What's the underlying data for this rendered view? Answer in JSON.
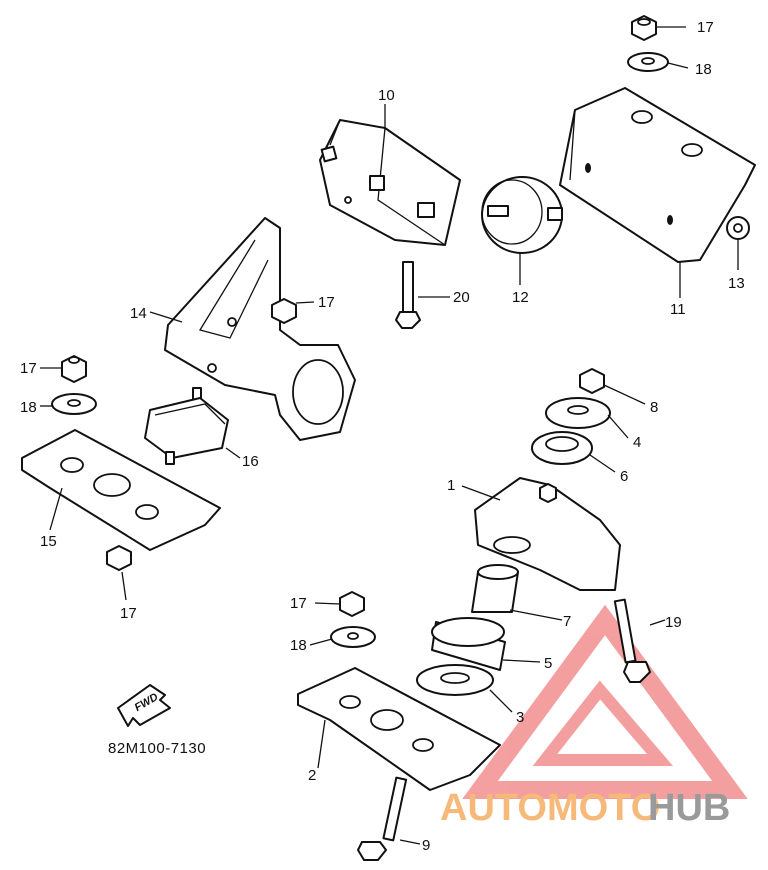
{
  "diagram_code": "82M100-7130",
  "fwd_label": "FWD",
  "watermark": {
    "part1": "AUTOMOTO",
    "part2": "HUB",
    "color1": "#f6b97a",
    "color2": "#9a9a9a",
    "logo_color": "#f08080"
  },
  "callouts": {
    "c17a": "17",
    "c18a": "18",
    "c10": "10",
    "c12": "12",
    "c11": "11",
    "c13": "13",
    "c20": "20",
    "c14": "14",
    "c17b": "17",
    "c17c": "17",
    "c18b": "18",
    "c16": "16",
    "c15": "15",
    "c17d": "17",
    "c8": "8",
    "c4": "4",
    "c6": "6",
    "c1": "1",
    "c17e": "17",
    "c18c": "18",
    "c7": "7",
    "c19": "19",
    "c5": "5",
    "c3": "3",
    "c2": "2",
    "c9": "9"
  }
}
